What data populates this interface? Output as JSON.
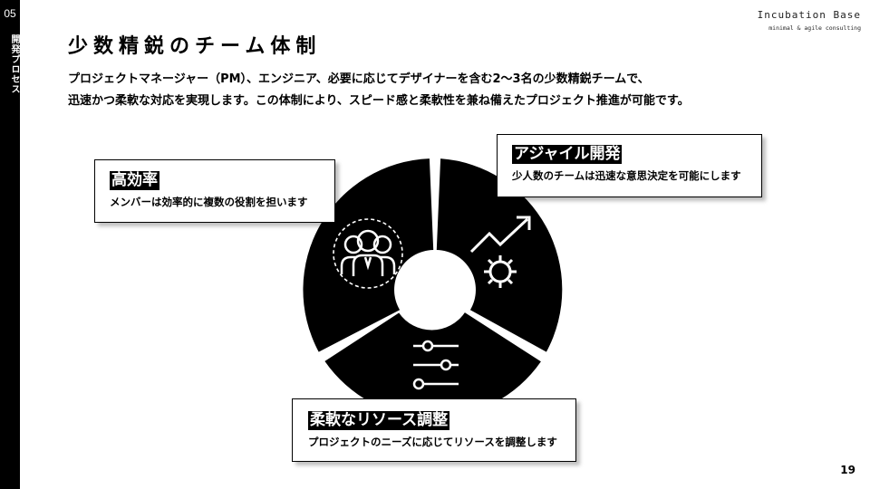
{
  "section": {
    "number": "05",
    "label": "開発プロセス"
  },
  "brand": {
    "name": "Incubation Base",
    "tagline": "minimal & agile consulting"
  },
  "title": "少数精鋭のチーム体制",
  "description": [
    "プロジェクトマネージャー（PM）、エンジニア、必要に応じてデザイナーを含む2〜3名の少数精鋭チームで、",
    "迅速かつ柔軟な対応を実現します。この体制により、スピード感と柔軟性を兼ね備えたプロジェクト推進が可能です。"
  ],
  "cards": {
    "efficiency": {
      "title": "高効率",
      "text": "メンバーは効率的に複数の役割を担います"
    },
    "agile": {
      "title": "アジャイル開発",
      "text": "少人数のチームは迅速な意思決定を可能にします"
    },
    "resource": {
      "title": "柔軟なリソース調整",
      "text": "プロジェクトのニーズに応じてリソースを調整します"
    }
  },
  "icons": {
    "team": "team-icon",
    "agile": "growth-gear-icon",
    "resource": "sliders-icon"
  },
  "colors": {
    "accent": "#000000",
    "background": "#ffffff"
  },
  "page_number": "19"
}
